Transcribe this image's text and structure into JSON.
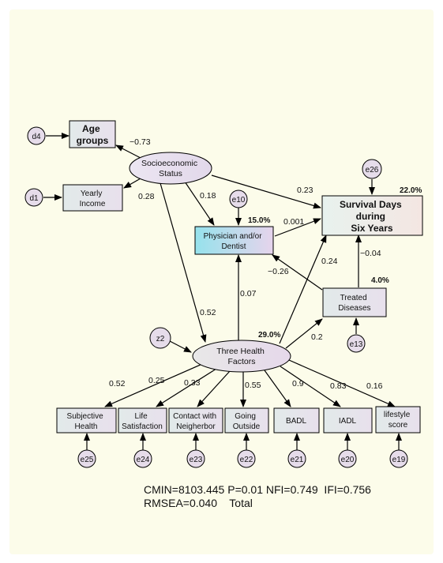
{
  "nodes": {
    "age_groups": [
      "Age",
      "groups"
    ],
    "yearly_income": [
      "Yearly",
      "Income"
    ],
    "socioeconomic_status": [
      "Socioeconomic",
      "Status"
    ],
    "physician_dentist": [
      "Physician and/or",
      "Dentist"
    ],
    "survival_days": [
      "Survival Days",
      "during",
      "Six Years"
    ],
    "treated_diseases": [
      "Treated",
      "Diseases"
    ],
    "three_health_factors": [
      "Three Health",
      "Factors"
    ],
    "subjective_health": [
      "Subjective",
      "Health"
    ],
    "life_satisfaction": [
      "Life",
      "Satisfaction"
    ],
    "contact_neighbor": [
      "Contact with",
      "Neigherbor"
    ],
    "going_outside": [
      "Going",
      "Outside"
    ],
    "badl": [
      "BADL"
    ],
    "iadl": [
      "IADL"
    ],
    "lifestyle_score": [
      "lifestyle",
      "score"
    ]
  },
  "errors": {
    "d4": "d4",
    "d1": "d1",
    "e26": "e26",
    "e10": "e10",
    "z2": "z2",
    "e13": "e13",
    "e25": "e25",
    "e24": "e24",
    "e23": "e23",
    "e22": "e22",
    "e21": "e21",
    "e20": "e20",
    "e19": "e19"
  },
  "coefficients": {
    "ses_age": "−0.73",
    "ses_income": "0.28",
    "ses_physician": "0.18",
    "ses_survival": "0.23",
    "ses_health": "0.52",
    "physician_survival": "0.001",
    "health_physician": "0.07",
    "treated_physician": "−0.26",
    "health_survival": "0.24",
    "treated_survival": "−0.04",
    "health_treated": "0.2",
    "health_subjective": "0.52",
    "health_life": "0.25",
    "health_contact": "0.33",
    "health_going": "0.55",
    "health_badl": "0.9",
    "health_iadl": "0.83",
    "health_lifestyle": "0.16"
  },
  "r_squared": {
    "survival": "22.0%",
    "physician": "15.0%",
    "treated": "4.0%",
    "health": "29.0%"
  },
  "fit": {
    "line1": "CMIN=8103.445 P=0.01 NFI=0.749  IFI=0.756",
    "line2": "RMSEA=0.040    Total"
  },
  "colors": {
    "panel": "#fcfcea",
    "latent": "#e6dcea",
    "physician": "#a8e2ea",
    "box": "#e6e6e6"
  }
}
